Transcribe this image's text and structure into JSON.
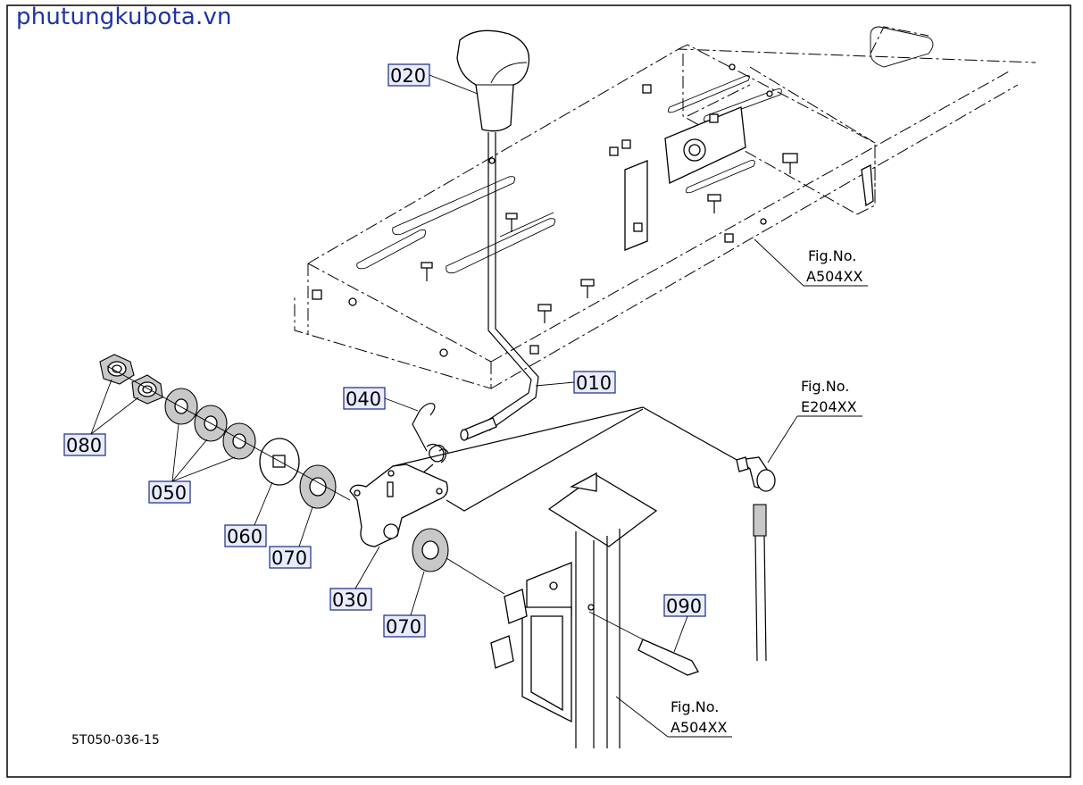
{
  "watermark": "phutungkubota.vn",
  "drawing_code": "5T050-036-15",
  "parts": [
    {
      "id": "p010",
      "label": "010"
    },
    {
      "id": "p020",
      "label": "020"
    },
    {
      "id": "p030",
      "label": "030"
    },
    {
      "id": "p040",
      "label": "040"
    },
    {
      "id": "p050",
      "label": "050"
    },
    {
      "id": "p060",
      "label": "060"
    },
    {
      "id": "p070a",
      "label": "070"
    },
    {
      "id": "p070b",
      "label": "070"
    },
    {
      "id": "p080",
      "label": "080"
    },
    {
      "id": "p090",
      "label": "090"
    }
  ],
  "figure_refs": [
    {
      "id": "fig1",
      "title": "Fig.No.",
      "code": "A504XX"
    },
    {
      "id": "fig2",
      "title": "Fig.No.",
      "code": "E204XX"
    },
    {
      "id": "fig3",
      "title": "Fig.No.",
      "code": "A504XX"
    }
  ]
}
